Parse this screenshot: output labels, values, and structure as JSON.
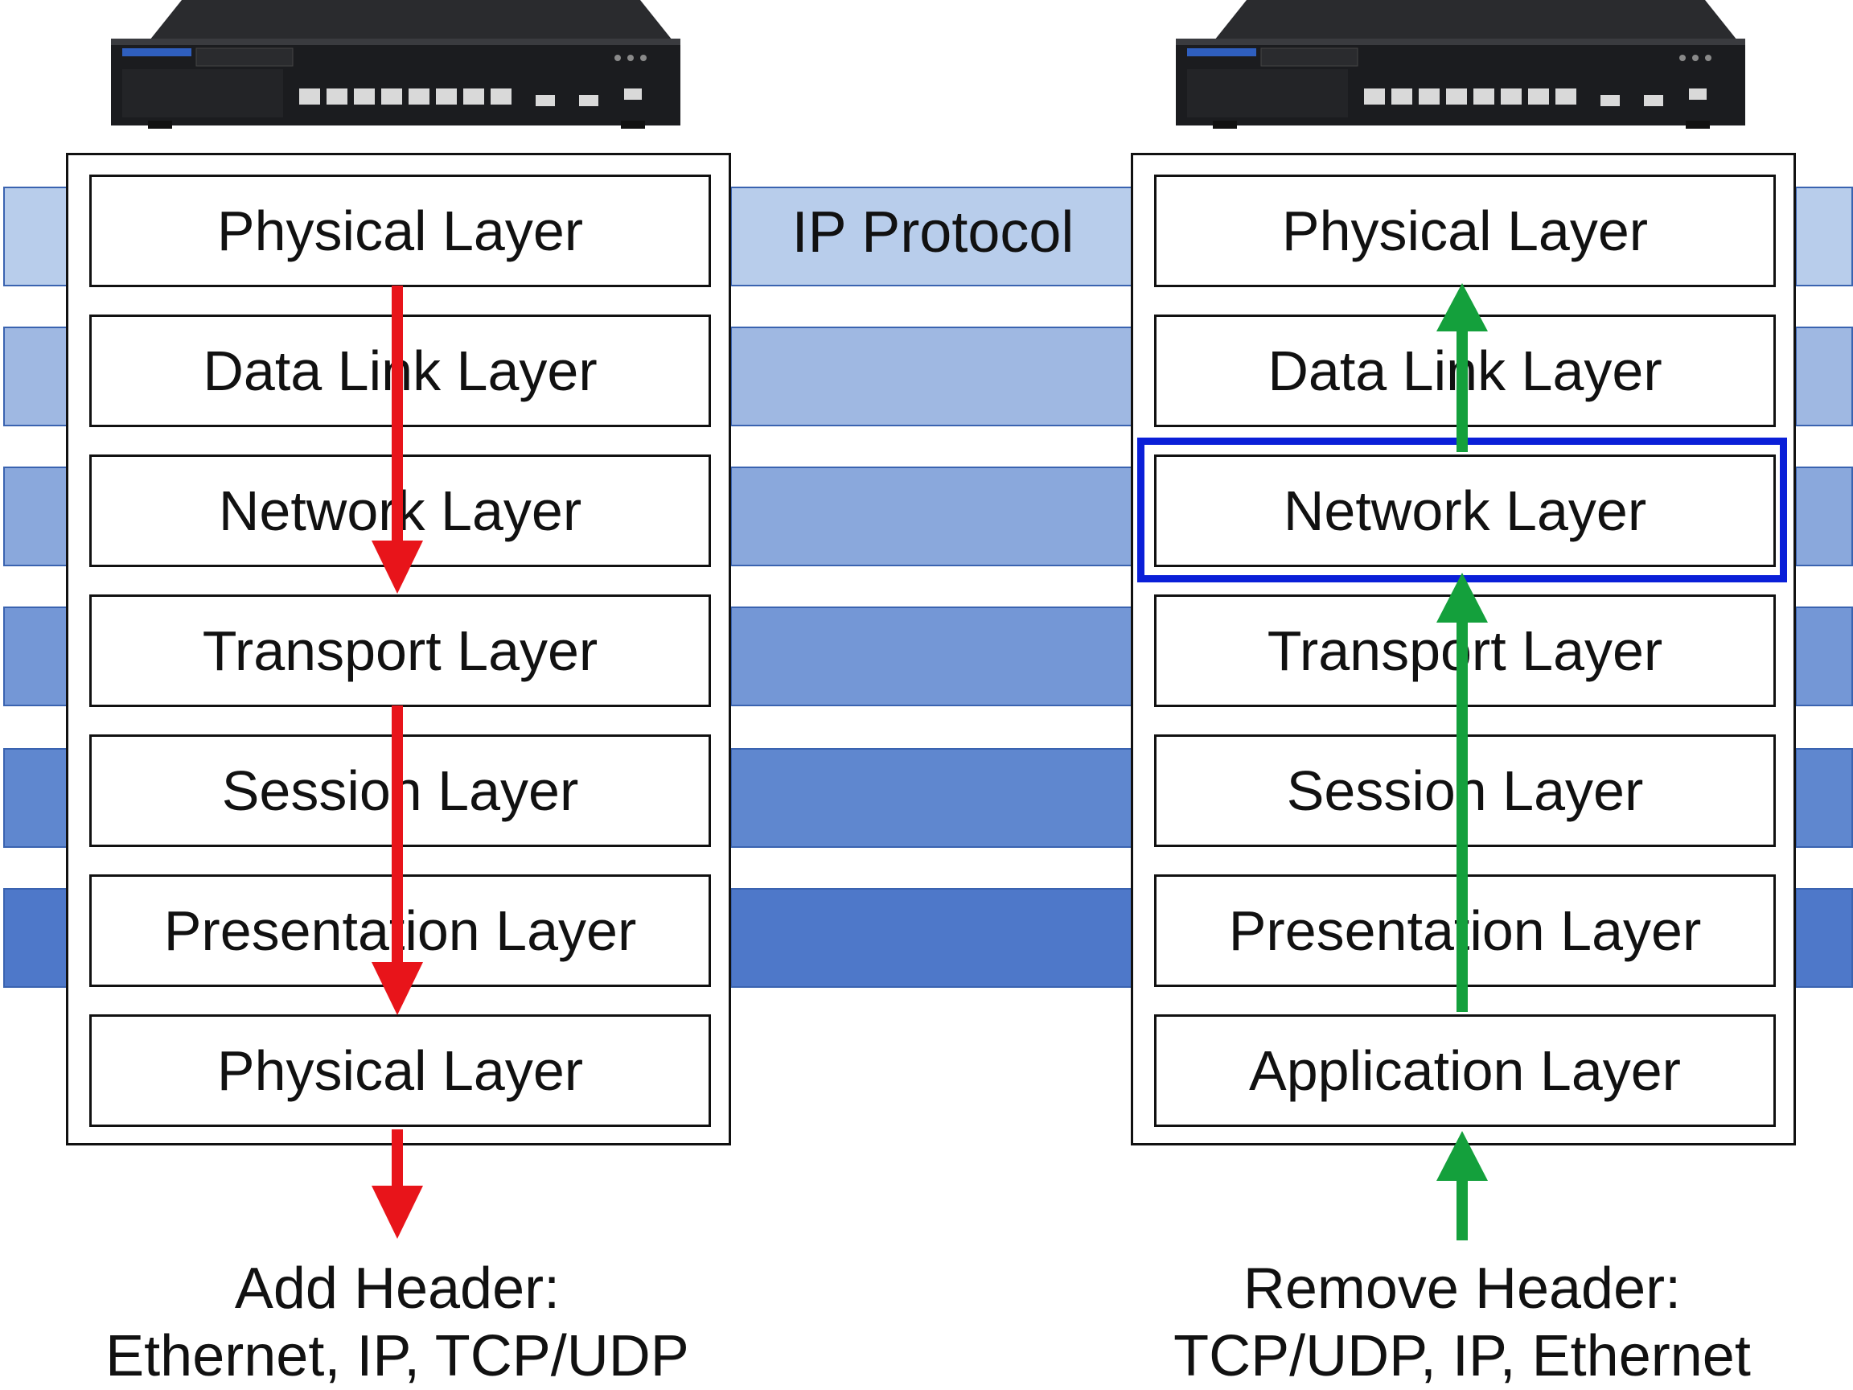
{
  "protocol_label": "IP Protocol",
  "left_stack": {
    "layers": [
      "Physical Layer",
      "Data Link Layer",
      "Network Layer",
      "Transport Layer",
      "Session Layer",
      "Presentation Layer",
      "Physical Layer"
    ],
    "caption_line1": "Add Header:",
    "caption_line2": "Ethernet, IP, TCP/UDP"
  },
  "right_stack": {
    "layers": [
      "Physical Layer",
      "Data Link Layer",
      "Network Layer",
      "Transport Layer",
      "Session Layer",
      "Presentation Layer",
      "Application Layer"
    ],
    "highlighted_layer": "Network Layer",
    "caption_line1": "Remove Header:",
    "caption_line2": "TCP/UDP, IP, Ethernet"
  },
  "colors": {
    "send_arrow": "#e8141a",
    "receive_arrow": "#14a03c",
    "highlight": "#0a1fd8",
    "bands": [
      "#b8cdeb",
      "#9fb8e2",
      "#8aa8dc",
      "#7497d6",
      "#5f87cf",
      "#4e78c9"
    ]
  }
}
